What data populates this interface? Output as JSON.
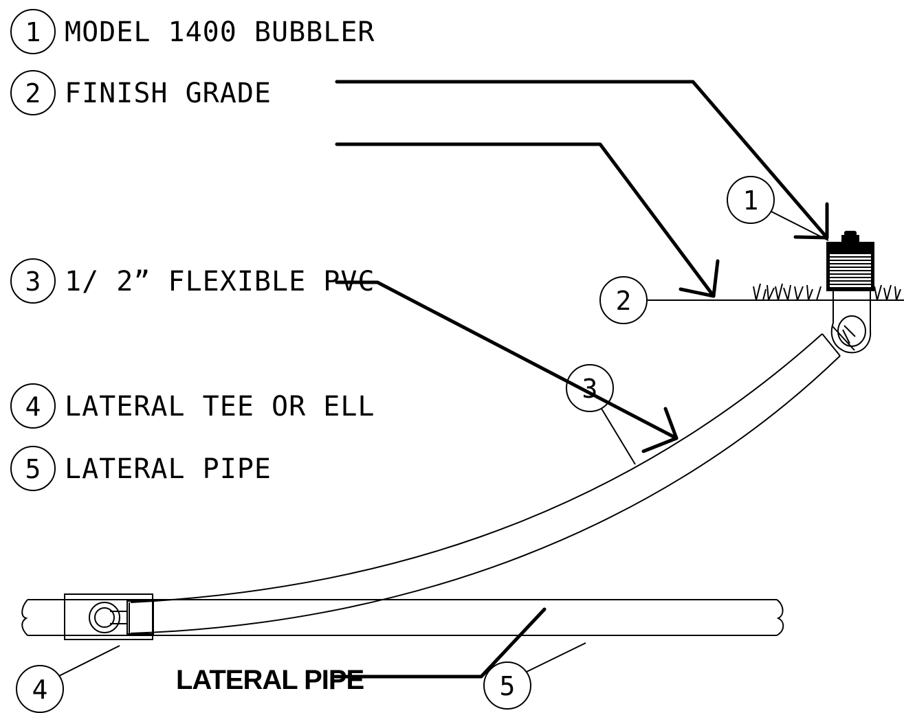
{
  "legend": [
    {
      "num": "1",
      "text": "MODEL 1400 BUBBLER"
    },
    {
      "num": "2",
      "text": "FINISH GRADE"
    },
    {
      "num": "3",
      "text": "1/ 2” FLEXIBLE PVC"
    },
    {
      "num": "4",
      "text": "LATERAL TEE OR ELL"
    },
    {
      "num": "5",
      "text": "LATERAL PIPE"
    }
  ],
  "callouts": [
    "1",
    "2",
    "3",
    "4",
    "5"
  ],
  "pipe_label": "LATERAL PIPE"
}
